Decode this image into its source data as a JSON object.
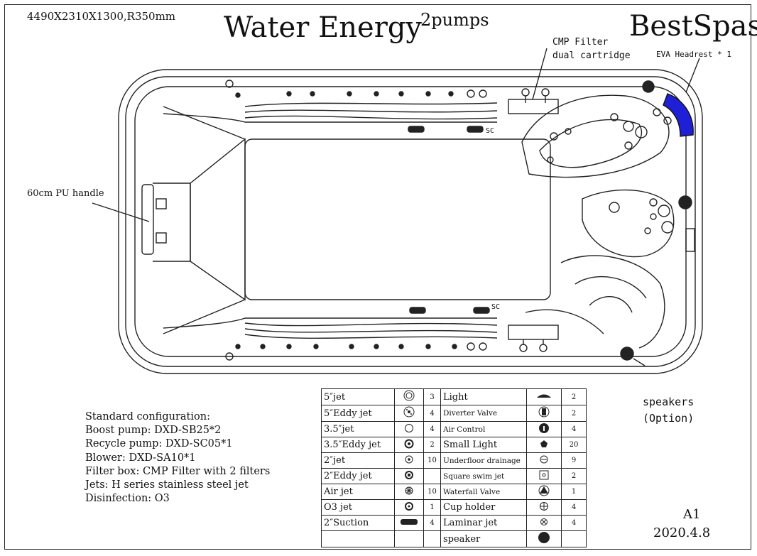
{
  "header": {
    "dimensions": "4490X2310X1300,R350mm",
    "title": "Water Energy",
    "pumps": "2pumps",
    "brand": "BestSpas"
  },
  "callouts": {
    "cmp_filter_line1": "CMP Filter",
    "cmp_filter_line2": "dual cartridge",
    "eva_headrest": "EVA Headrest * 1",
    "pu_handle": "60cm PU handle",
    "speakers_line1": "speakers",
    "speakers_line2": "(Option)",
    "sc_top": "SC",
    "sc_bottom": "SC"
  },
  "configuration": [
    "Standard configuration:",
    "Boost pump: DXD-SB25*2",
    "Recycle pump: DXD-SC05*1",
    "Blower: DXD-SA10*1",
    "Filter box: CMP Filter with 2 filters",
    "Jets: H series stainless steel jet",
    "Disinfection: O3"
  ],
  "legend": {
    "rows": [
      {
        "left_name": "5″jet",
        "left_icon": "ring-icon",
        "left_count": "3",
        "right_name": "Light",
        "right_icon": "light-icon",
        "right_count": "2"
      },
      {
        "left_name": "5″Eddy jet",
        "left_icon": "eddy-large-icon",
        "left_count": "4",
        "right_name": "Diverter Valve",
        "right_icon": "diverter-icon",
        "right_count": "2"
      },
      {
        "left_name": "3.5″jet",
        "left_icon": "circle-icon",
        "left_count": "4",
        "right_name": "Air Control",
        "right_icon": "air-control-icon",
        "right_count": "4"
      },
      {
        "left_name": "3.5″Eddy jet",
        "left_icon": "eddy-medium-icon",
        "left_count": "2",
        "right_name": "Small Light",
        "right_icon": "pentagon-icon",
        "right_count": "20"
      },
      {
        "left_name": "2″jet",
        "left_icon": "dot-circle-icon",
        "left_count": "10",
        "right_name": "Underfloor drainage",
        "right_icon": "drain-icon",
        "right_count": "9"
      },
      {
        "left_name": "2″Eddy jet",
        "left_icon": "eddy-small-icon",
        "left_count": "",
        "right_name": "Square swim jet",
        "right_icon": "square-jet-icon",
        "right_count": "2"
      },
      {
        "left_name": "Air jet",
        "left_icon": "air-jet-icon",
        "left_count": "10",
        "right_name": "Waterfall Valve",
        "right_icon": "waterfall-valve-icon",
        "right_count": "1"
      },
      {
        "left_name": "O3 jet",
        "left_icon": "ozone-jet-icon",
        "left_count": "1",
        "right_name": "Cup holder",
        "right_icon": "cup-holder-icon",
        "right_count": "4"
      },
      {
        "left_name": "2″Suction",
        "left_icon": "suction-icon",
        "left_count": "4",
        "right_name": "Laminar jet",
        "right_icon": "laminar-jet-icon",
        "right_count": "4"
      },
      {
        "left_name": "",
        "left_icon": "",
        "left_count": "",
        "right_name": "speaker",
        "right_icon": "speaker-icon",
        "right_count": ""
      }
    ]
  },
  "footer": {
    "revision": "A1",
    "date": "2020.4.8"
  },
  "colors": {
    "headrest": "#1f1fd6",
    "line": "#222222"
  }
}
